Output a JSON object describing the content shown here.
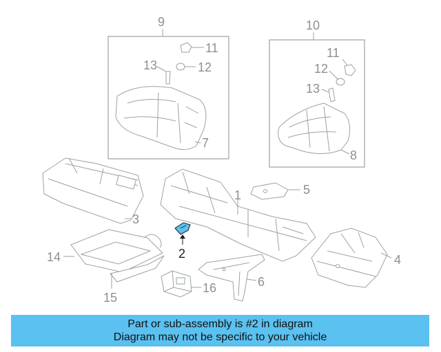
{
  "diagram": {
    "callouts": {
      "c1": "1",
      "c2": "2",
      "c3": "3",
      "c4": "4",
      "c5": "5",
      "c6": "6",
      "c7": "7",
      "c8": "8",
      "c9": "9",
      "c10": "10",
      "c11a": "11",
      "c11b": "11",
      "c12a": "12",
      "c12b": "12",
      "c13a": "13",
      "c13b": "13",
      "c14": "14",
      "c15": "15",
      "c16": "16"
    },
    "highlight_part": "2",
    "colors": {
      "highlight": "#5ac1f0",
      "line": "#9aa0a6",
      "banner": "#5ac1f0"
    }
  },
  "footer": {
    "line1": "Part or sub-assembly is #2 in diagram",
    "line2": "Diagram may not be specific to your vehicle"
  }
}
